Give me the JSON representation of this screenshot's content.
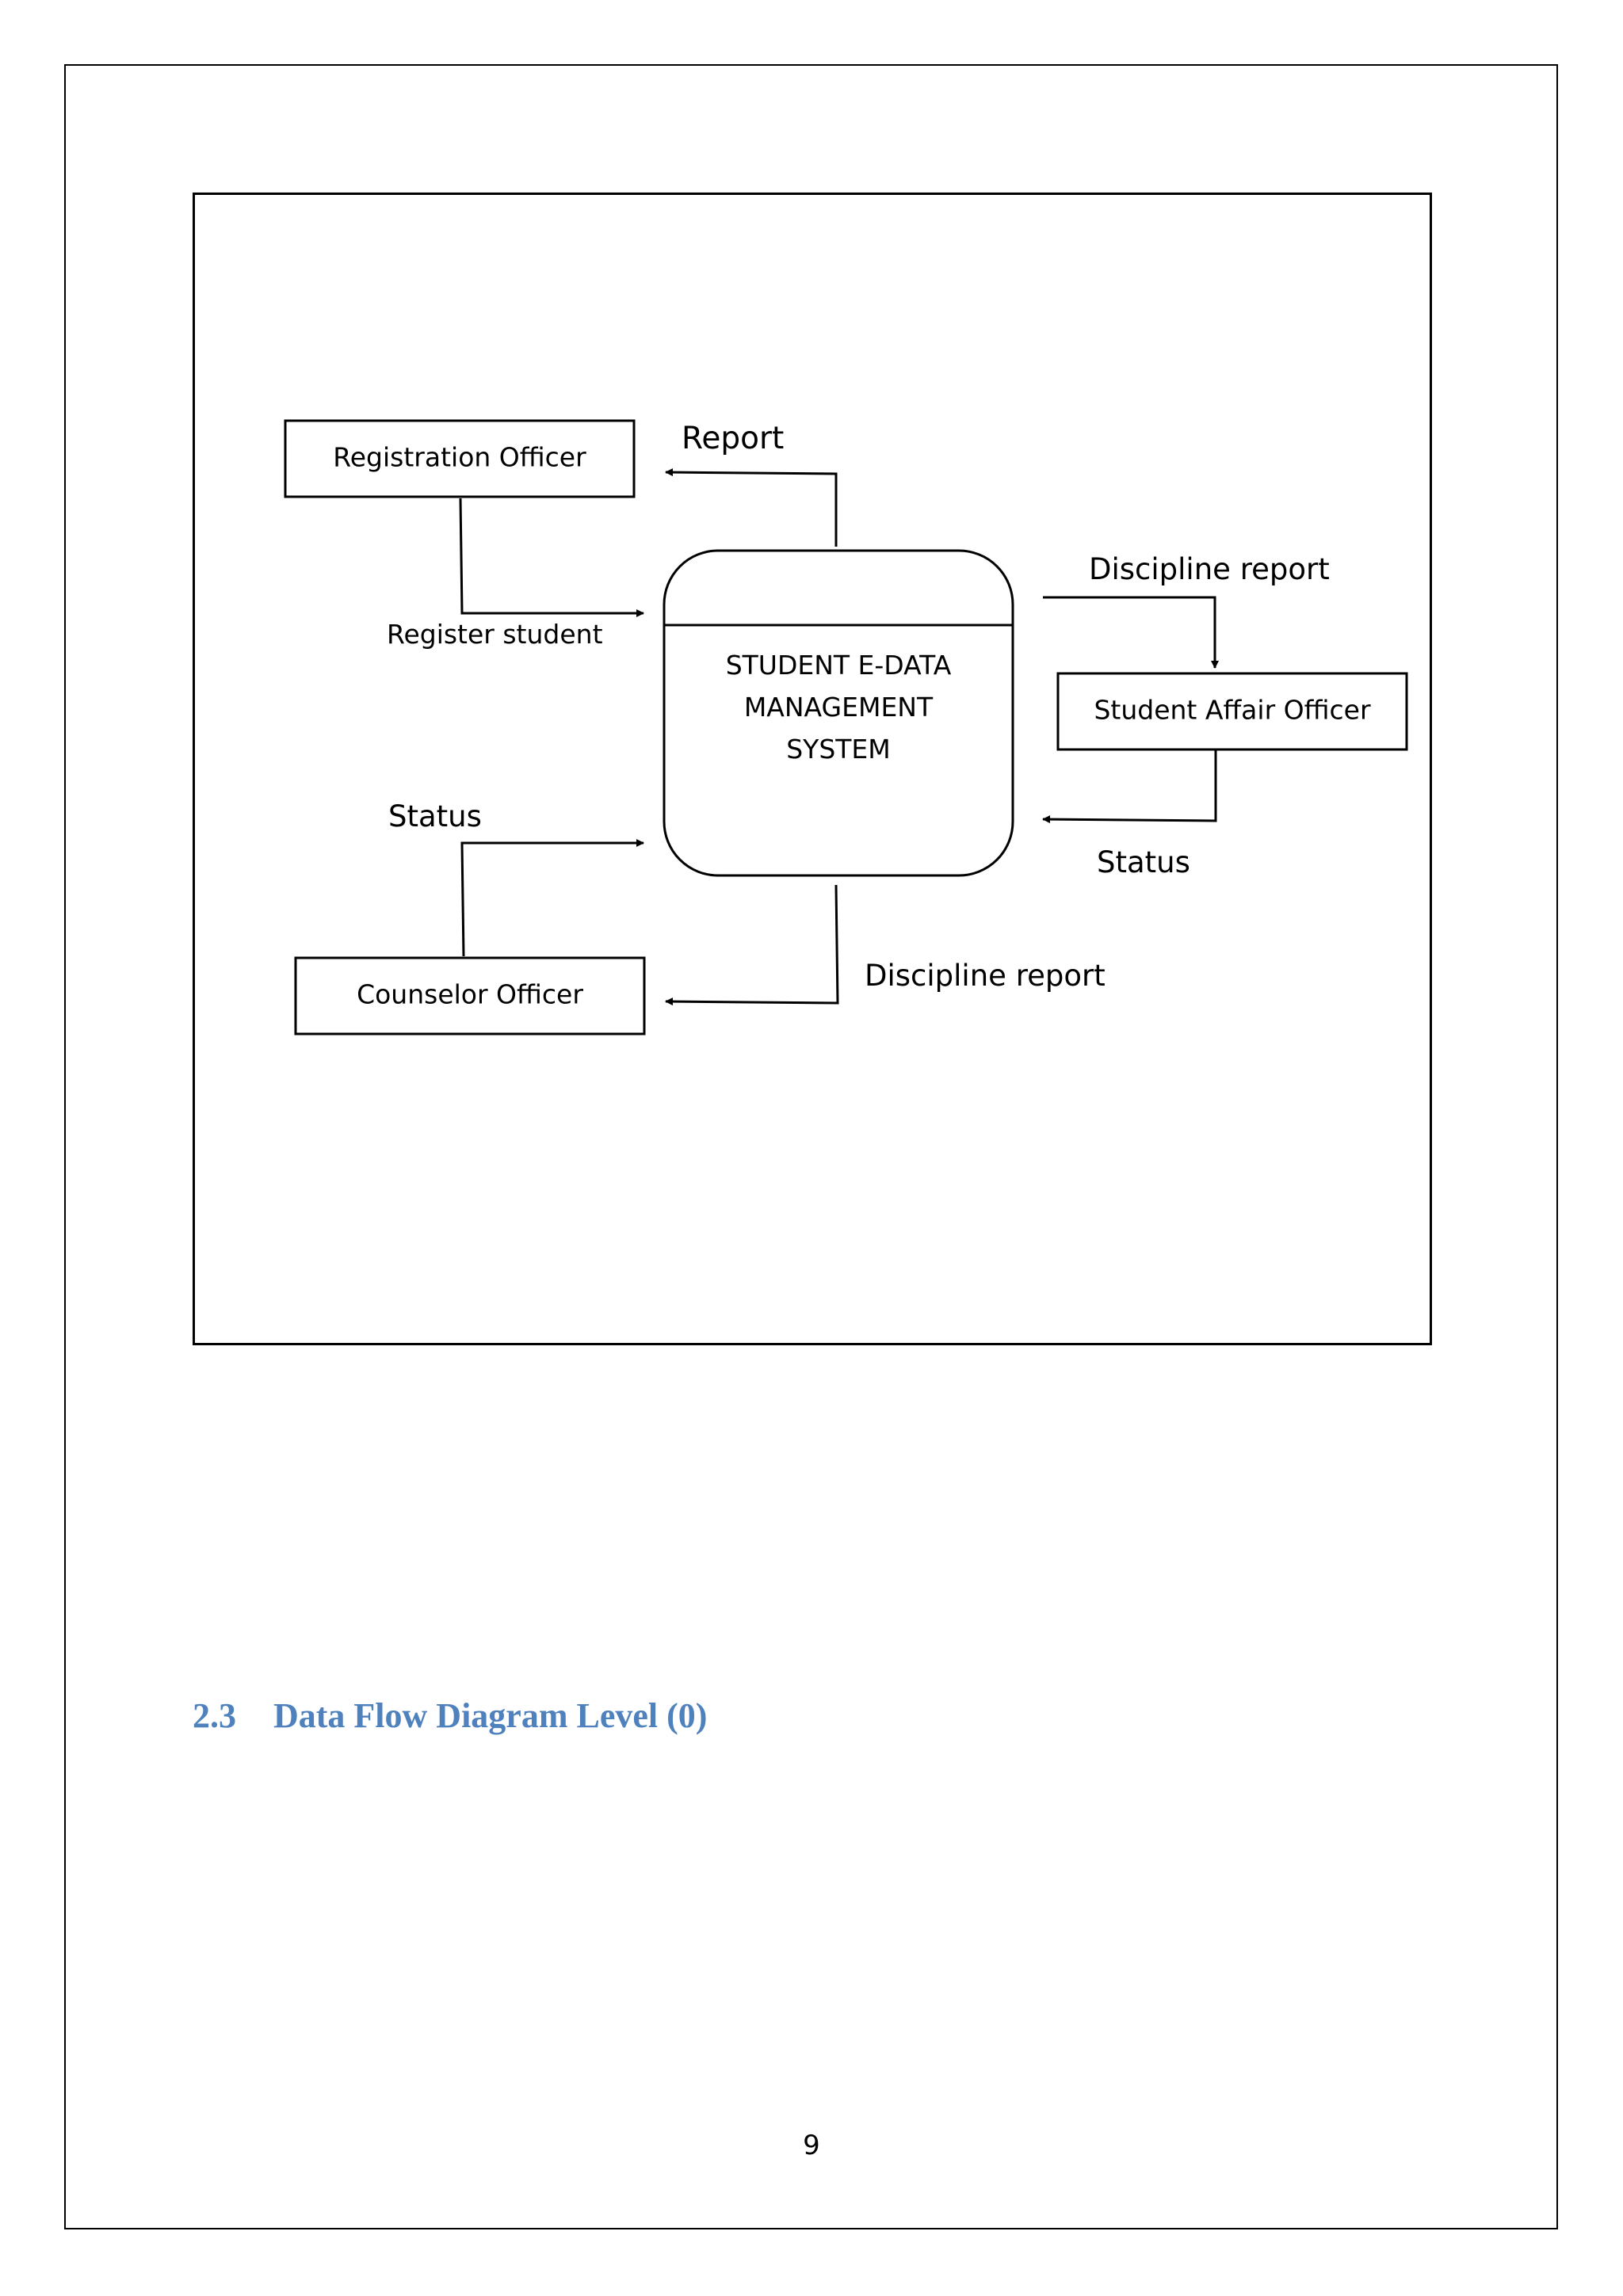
{
  "diagram": {
    "process": {
      "line1": "STUDENT E-DATA",
      "line2": "MANAGEMENT",
      "line3": "SYSTEM"
    },
    "entities": {
      "registration_officer": "Registration Officer",
      "student_affair_officer": "Student Affair Officer",
      "counselor_officer": "Counselor Officer"
    },
    "flows": {
      "report": "Report",
      "register_student": "Register student",
      "discipline_report_to_affair": "Discipline report",
      "status_from_affair": "Status",
      "status_from_counselor": "Status",
      "discipline_report_to_counselor": "Discipline report"
    }
  },
  "section": {
    "number": "2.3",
    "title": "Data Flow Diagram Level (0)"
  },
  "footer": {
    "page_number": "9"
  }
}
